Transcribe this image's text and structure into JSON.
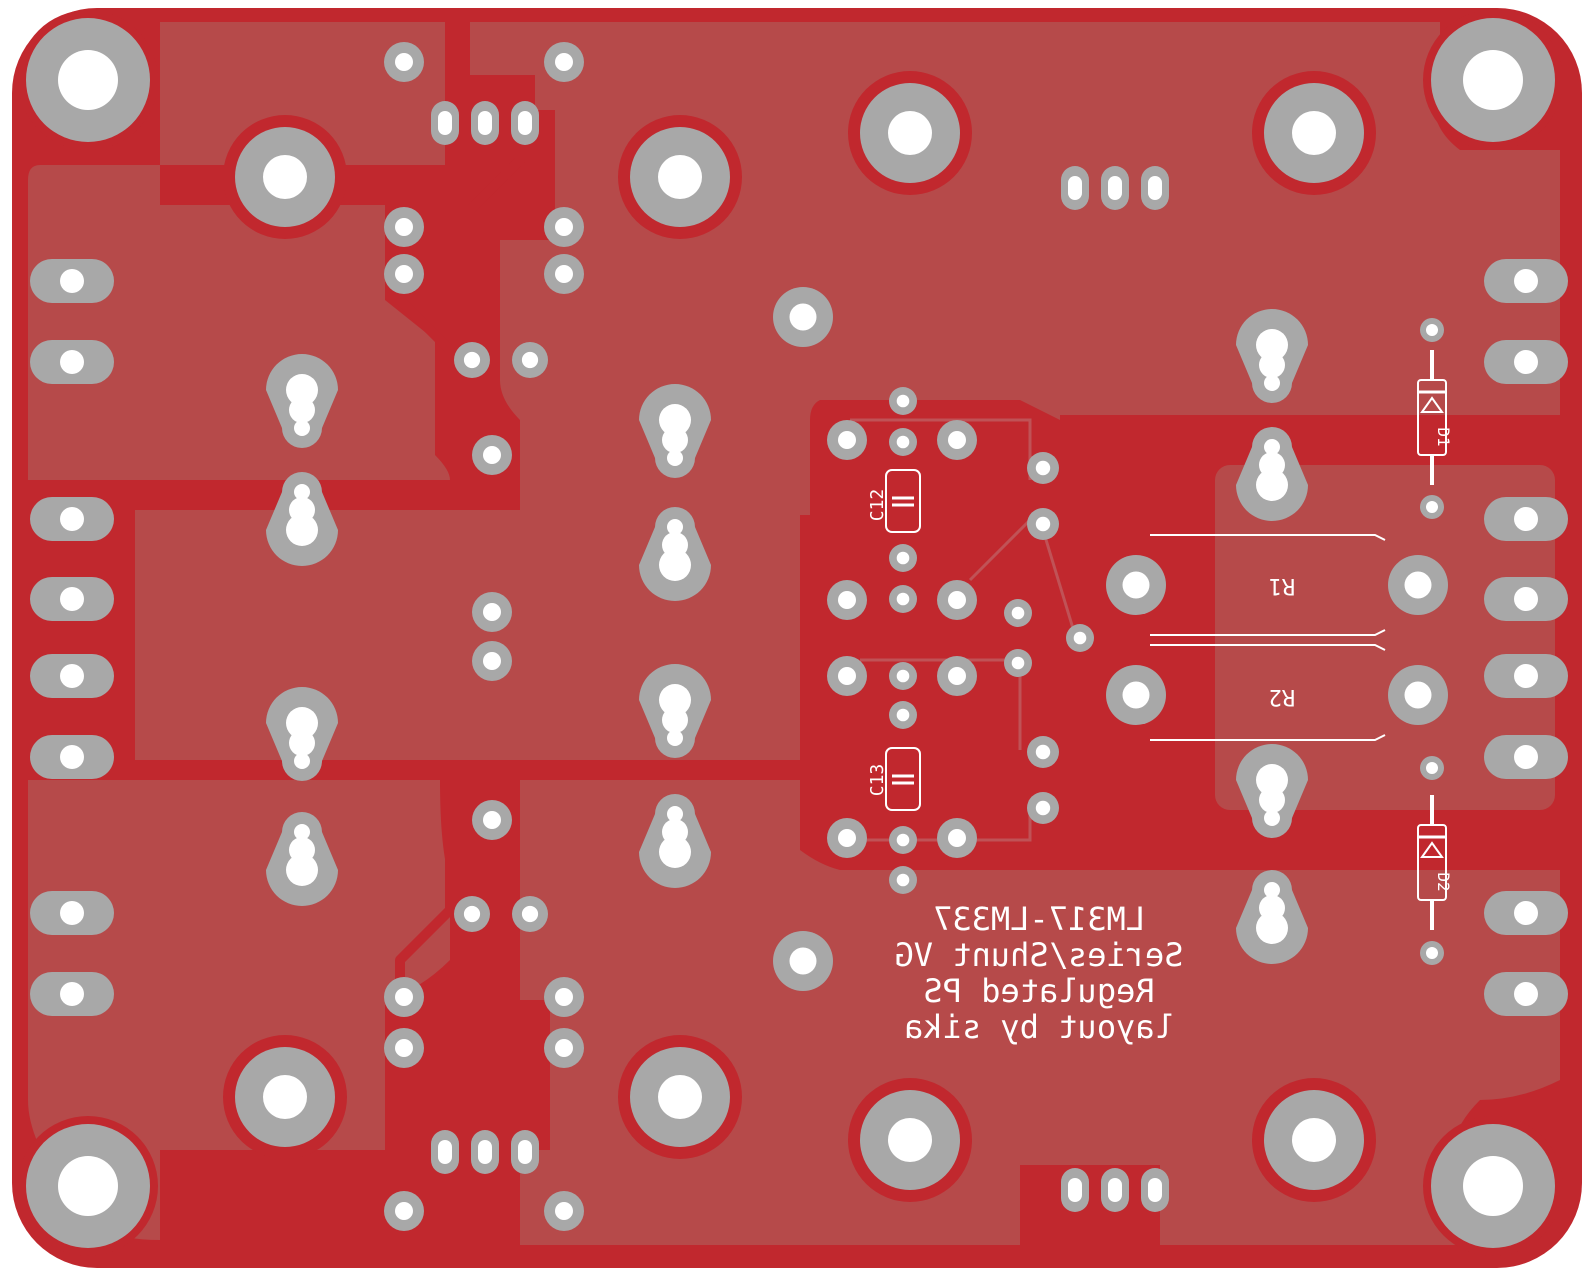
{
  "board": {
    "copper_color": "#c1282e",
    "pour_color": "#b64a4a",
    "pad_color": "#a8a8a8",
    "drill_color": "#ffffff",
    "silk_color": "#ffffff"
  },
  "labels": {
    "r1": "R1",
    "r2": "R2",
    "c12": "C12",
    "c13": "C13",
    "d1": "D1",
    "d2": "D2"
  },
  "title_block": {
    "line1": "LM317-LM337",
    "line2": "Series/Shunt VG",
    "line3": "Regulated PS",
    "line4": "layout by sika"
  }
}
